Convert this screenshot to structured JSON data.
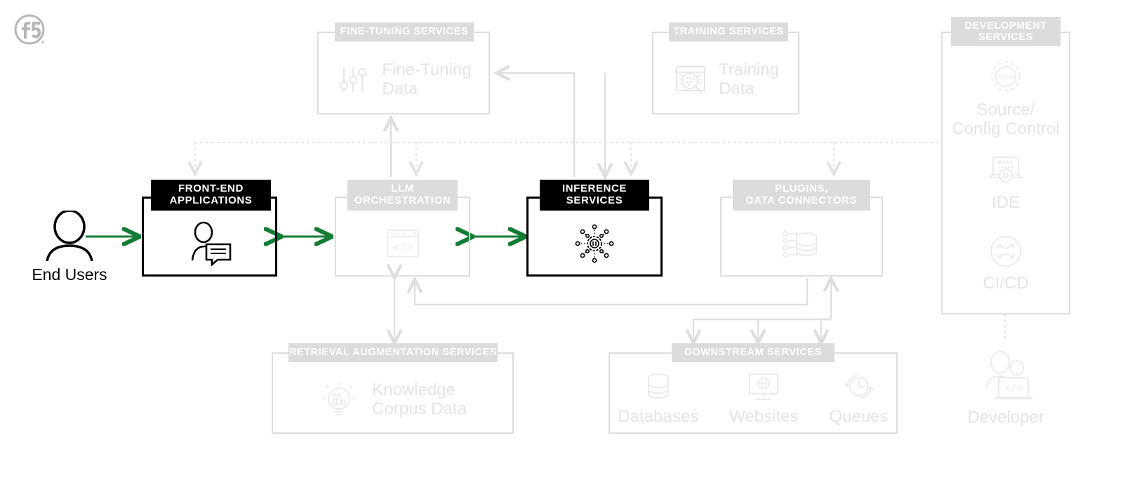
{
  "brand": {
    "logo": "f5-logo",
    "logo_text": "f5"
  },
  "colors": {
    "accent_green": "#127c35",
    "light_grey": "#e4e4e4",
    "box_border": "#dedede",
    "header_grey": "#dcdcdc",
    "dark": "#000000"
  },
  "actors": {
    "end_users": {
      "label": "End Users",
      "icon": "person-icon"
    },
    "developer": {
      "label": "Developer",
      "icon": "developer-laptop-icon"
    }
  },
  "groups": {
    "fine_tuning": {
      "header": "FINE-TUNING SERVICES",
      "highlight": false,
      "items": [
        {
          "label": "Fine-Tuning\nData",
          "icon": "sliders-icon"
        }
      ]
    },
    "training": {
      "header": "TRAINING SERVICES",
      "highlight": false,
      "items": [
        {
          "label": "Training\nData",
          "icon": "data-search-icon"
        }
      ]
    },
    "development": {
      "header": "DEVELOPMENT\nSERVICES",
      "highlight": false,
      "items": [
        {
          "label": "Source/\nConfig Control",
          "icon": "gear-code-icon"
        },
        {
          "label": "IDE",
          "icon": "laptop-gear-icon"
        },
        {
          "label": "CI/CD",
          "icon": "cicd-arrows-icon"
        }
      ]
    },
    "frontend": {
      "header": "FRONT-END\nAPPLICATIONS",
      "highlight": true,
      "items": [
        {
          "label": "",
          "icon": "user-chat-icon"
        }
      ]
    },
    "orchestration": {
      "header": "LLM\nORCHESTRATION",
      "highlight": false,
      "items": [
        {
          "label": "",
          "icon": "browser-code-icon"
        }
      ]
    },
    "inference": {
      "header": "INFERENCE\nSERVICES",
      "highlight": true,
      "items": [
        {
          "label": "",
          "icon": "ai-node-gear-icon"
        }
      ]
    },
    "plugins": {
      "header": "PLUGINS,\nDATA CONNECTORS",
      "highlight": false,
      "items": [
        {
          "label": "",
          "icon": "database-connector-icon"
        }
      ]
    },
    "retrieval": {
      "header": "RETRIEVAL AUGMENTATION SERVICES",
      "highlight": false,
      "items": [
        {
          "label": "Knowledge\nCorpus Data",
          "icon": "lightbulb-chart-icon"
        }
      ]
    },
    "downstream": {
      "header": "DOWNSTREAM SERVICES",
      "highlight": false,
      "items": [
        {
          "label": "Databases",
          "icon": "database-icon"
        },
        {
          "label": "Websites",
          "icon": "monitor-globe-icon"
        },
        {
          "label": "Queues",
          "icon": "queue-clock-icon"
        }
      ]
    }
  }
}
